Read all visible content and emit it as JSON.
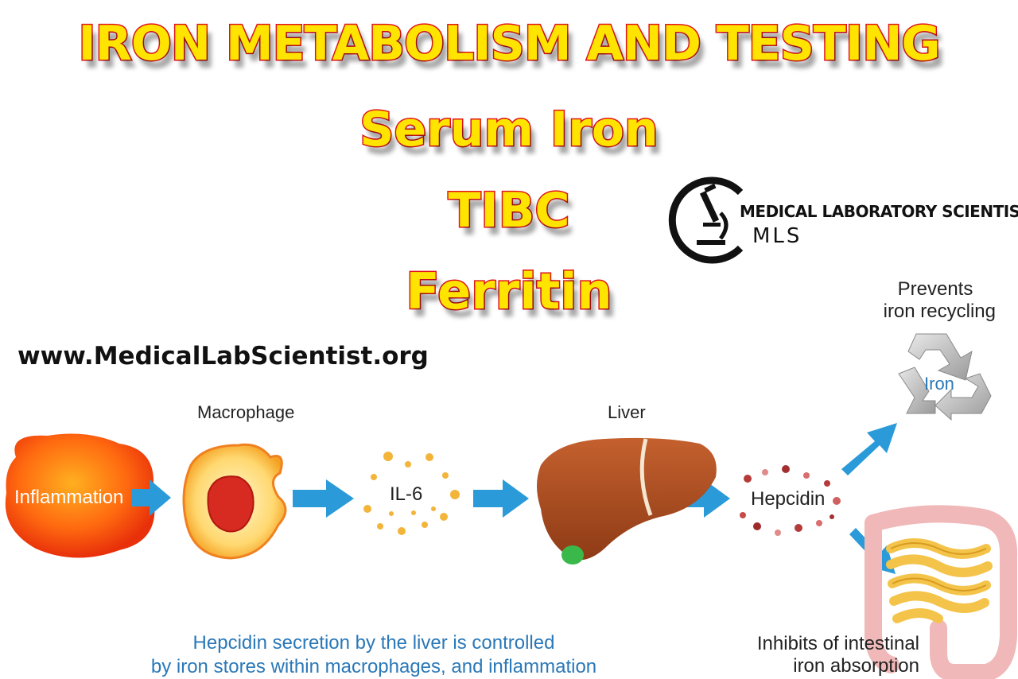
{
  "titles": {
    "main": "IRON METABOLISM AND TESTING",
    "line2": "Serum Iron",
    "line3": "TIBC",
    "line4": "Ferritin"
  },
  "website": "www.MedicalLabScientist.org",
  "logo": {
    "name": "MEDICAL LABORATORY SCIENTIST",
    "abbr": "MLS",
    "icon": "microscope-icon"
  },
  "diagram": {
    "inflammation": "Inflammation",
    "macrophage": "Macrophage",
    "il6": "IL-6",
    "liver": "Liver",
    "hepcidin": "Hepcidin",
    "prevents_line1": "Prevents",
    "prevents_line2": "iron recycling",
    "iron": "Iron",
    "inhibits_line1": "Inhibits of intestinal",
    "inhibits_line2": "iron absorption",
    "caption_line1": "Hepcidin secretion by the liver is controlled",
    "caption_line2": "by iron stores within macrophages, and inflammation"
  },
  "colors": {
    "title_fill": "#ffe400",
    "title_stroke": "#e0131a",
    "arrow": "#2a9ad8",
    "caption": "#2a78b8"
  }
}
